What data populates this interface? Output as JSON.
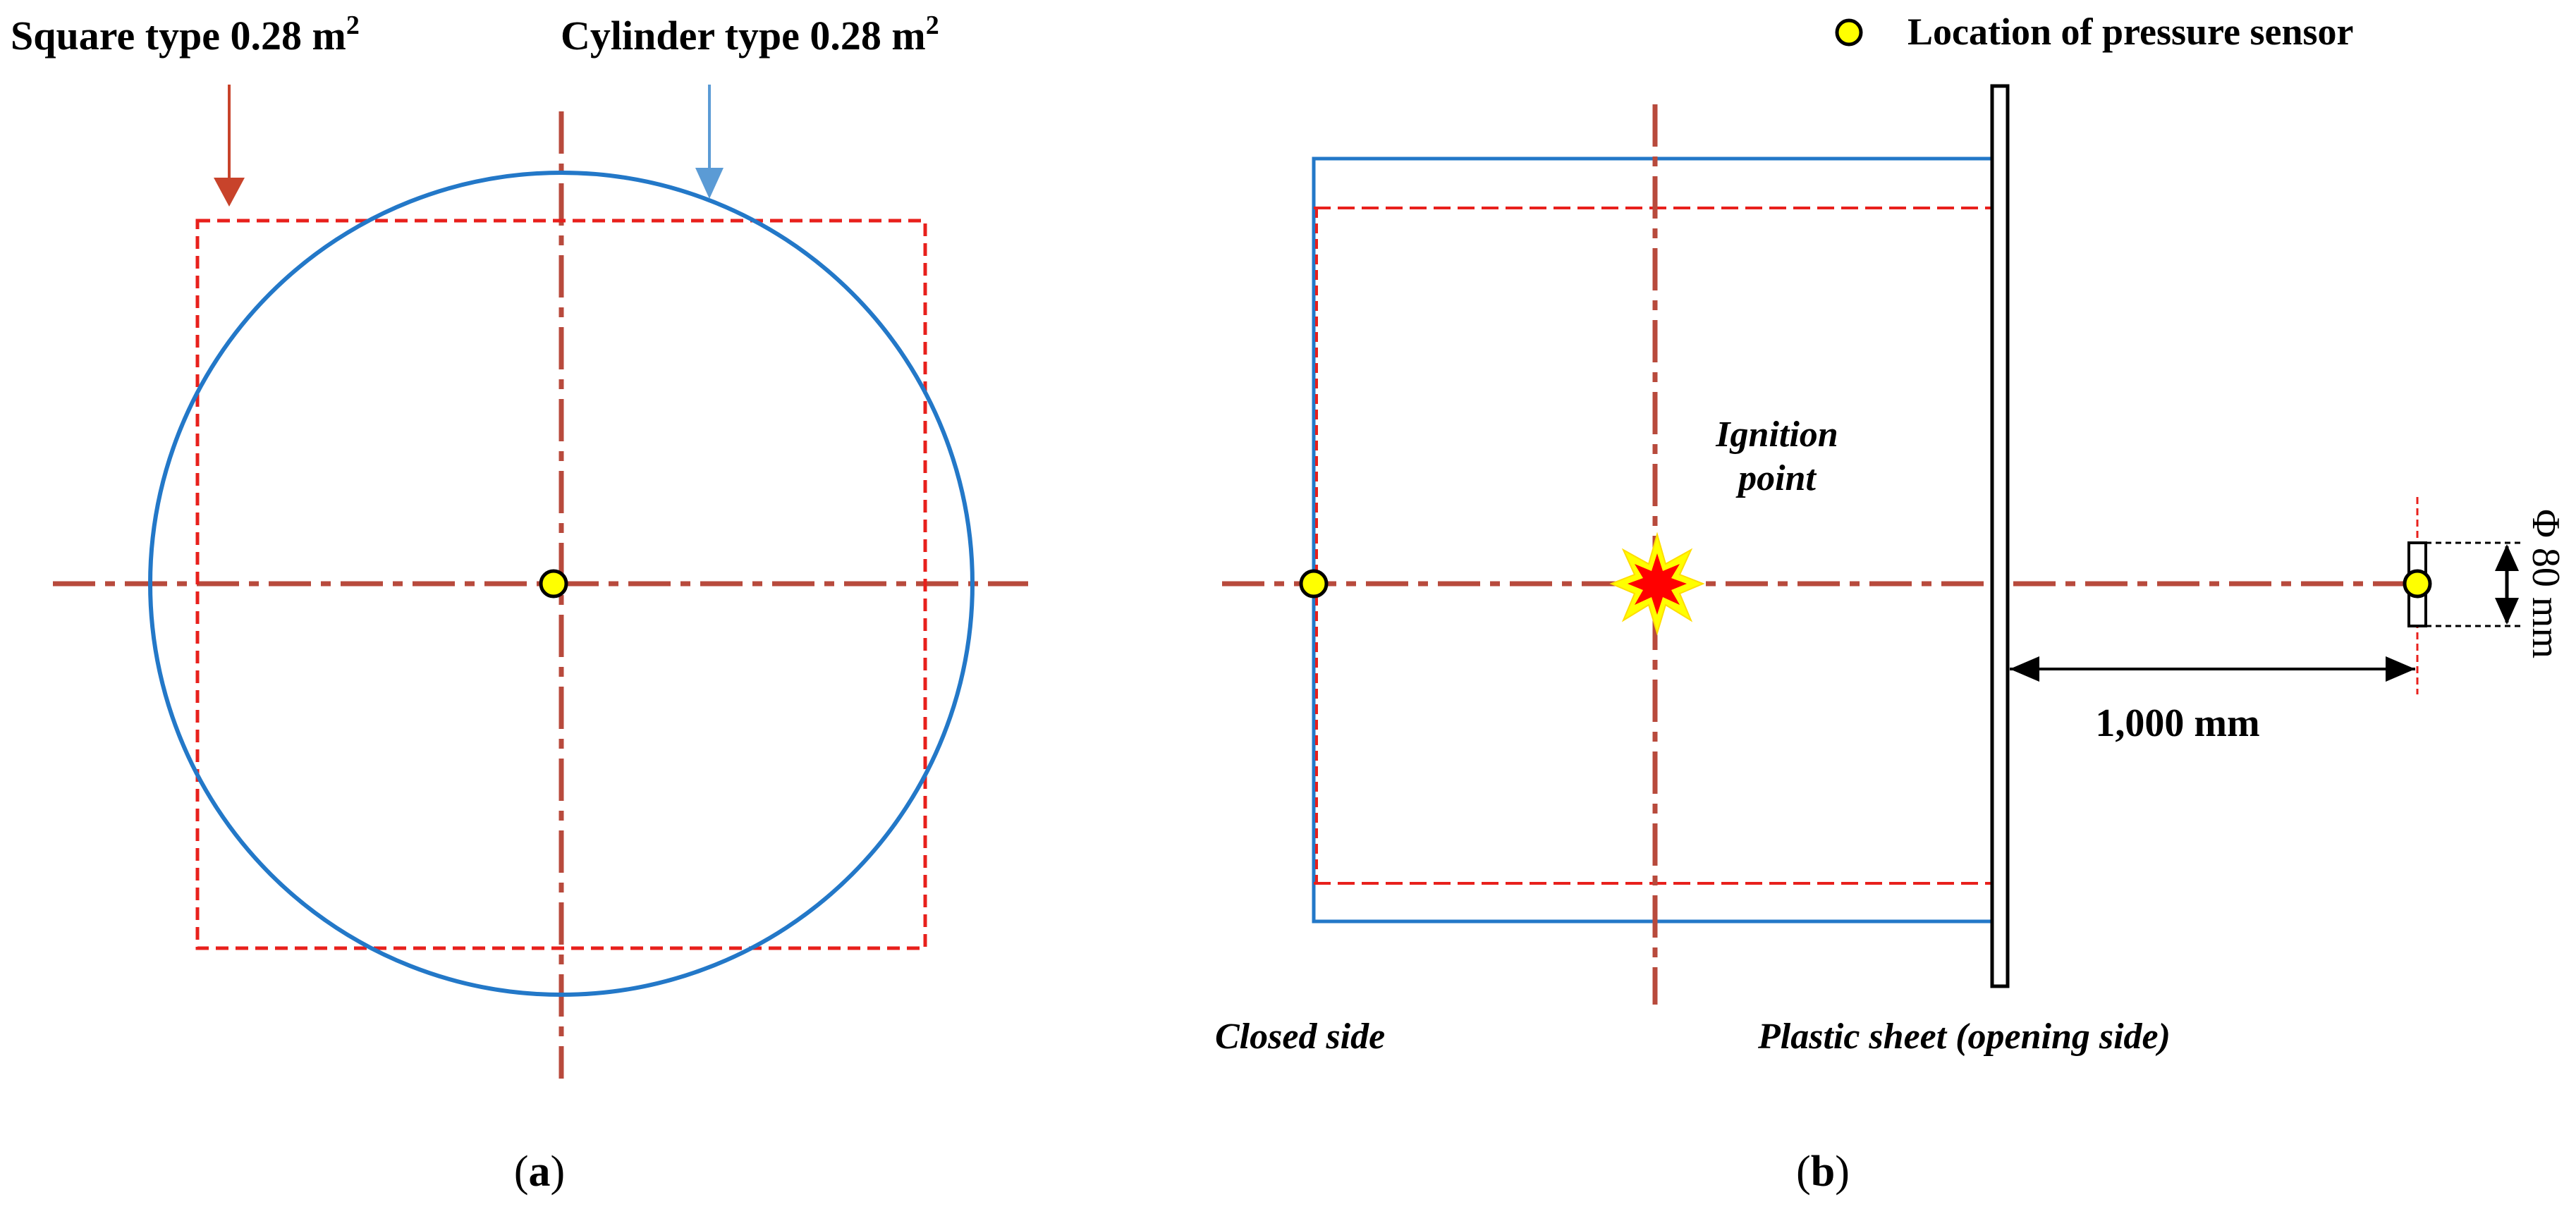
{
  "panel_a": {
    "caption_open": "(",
    "caption_letter": "a",
    "caption_close": ")",
    "square_label": "Square type 0.28 m",
    "square_sup": "2",
    "cylinder_label": "Cylinder type 0.28 m",
    "cylinder_sup": "2"
  },
  "panel_b": {
    "caption_open": "(",
    "caption_letter": "b",
    "caption_close": ")",
    "legend_label": "Location of pressure sensor",
    "ignition_line1": "Ignition",
    "ignition_line2": "point",
    "distance_label": "1,000 mm",
    "diameter_label": "Φ 80 mm",
    "closed_side_label": "Closed side",
    "plastic_sheet_label": "Plastic sheet (opening side)"
  },
  "colors": {
    "cylinder_outline": "#2378c8",
    "square_outline": "#e8201c",
    "center_line": "#b84a3c",
    "square_arrow": "#c8432b",
    "cylinder_arrow": "#5b9bd5",
    "sensor_fill": "#ffff00",
    "ignition_star_outer": "#ffff00",
    "ignition_star_inner": "#ff0000"
  }
}
